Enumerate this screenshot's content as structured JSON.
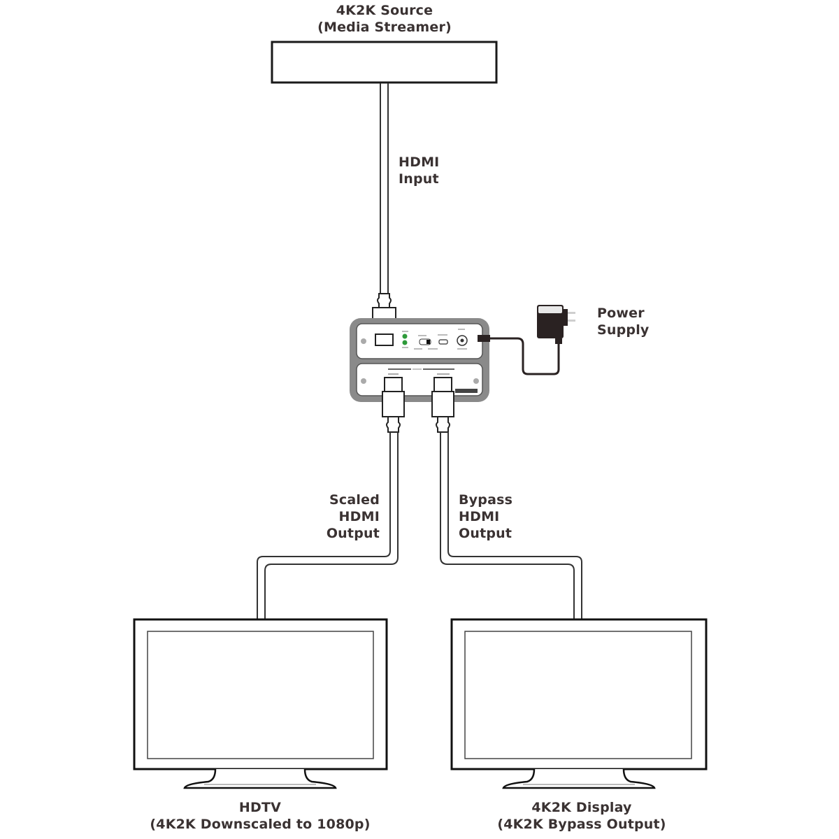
{
  "source": {
    "title_line1": "4K2K Source",
    "title_line2": "(Media Streamer)"
  },
  "cables": {
    "input": {
      "line1": "HDMI",
      "line2": "Input"
    },
    "scaled_output": {
      "line1": "Scaled",
      "line2": "HDMI",
      "line3": "Output"
    },
    "bypass_output": {
      "line1": "Bypass",
      "line2": "HDMI",
      "line3": "Output"
    }
  },
  "power": {
    "line1": "Power",
    "line2": "Supply"
  },
  "displays": [
    {
      "title": "HDTV",
      "subtitle": "(4K2K Downscaled to 1080p)"
    },
    {
      "title": "4K2K Display",
      "subtitle": "(4K2K Bypass Output)"
    }
  ],
  "device": {
    "led_color": "#2e9a3a",
    "body_color": "#8a8a8a",
    "panel_color": "#ffffff"
  },
  "colors": {
    "stroke": "#1a1a1a",
    "text": "#3a3232"
  }
}
